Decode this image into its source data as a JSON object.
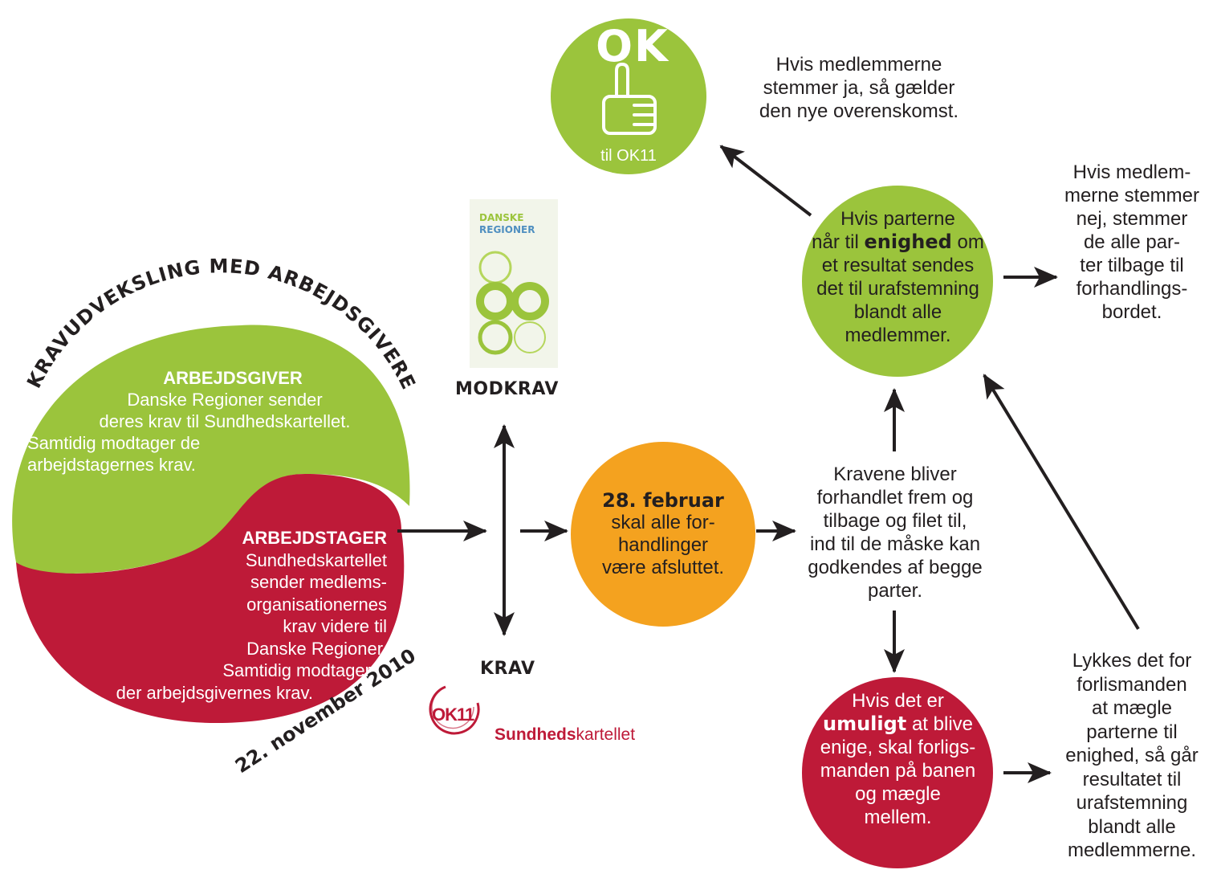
{
  "colors": {
    "green": "#9bc43c",
    "red": "#be1a38",
    "orange": "#f4a21f",
    "dark": "#231f20"
  },
  "arc_title": "KRAVUDVEKSLING MED ARBEJDSGIVERE",
  "date_label": "22. november 2010",
  "employer": {
    "title": "ARBEJDSGIVER",
    "lines": [
      "Danske Regioner sender",
      "deres krav til Sundhedskartellet.",
      "Samtidig modtager de",
      "arbejdstagernes krav."
    ]
  },
  "employee": {
    "title": "ARBEJDSTAGER",
    "lines": [
      "Sundhedskartellet",
      "sender medlems-",
      "organisationernes",
      "krav videre til",
      "Danske Regioner.",
      "Samtidig modtager",
      "der arbejdsgivernes krav."
    ]
  },
  "danske_regioner_logo": {
    "line1": "DANSKE",
    "line2": "REGIONER"
  },
  "modkrav_label": "MODKRAV",
  "krav_label": "KRAV",
  "sundhedskartellet_logo": {
    "badge": "OK11",
    "name_bold": "Sundheds",
    "name_rest": "kartellet"
  },
  "deadline": {
    "title": "28. februar",
    "lines": [
      "skal alle for-",
      "handlinger",
      "være afsluttet."
    ]
  },
  "negotiation": {
    "lines": [
      "Kravene bliver",
      "forhandlet frem og",
      "tilbage og filet til,",
      "ind til de måske kan",
      "godkendes af begge",
      "parter."
    ]
  },
  "agreement": {
    "line1": "Hvis parterne",
    "line2_pre": "når til ",
    "line2_bold": "enighed",
    "line2_post": " om",
    "line3": "et resultat sendes",
    "line4": "det til urafstemning",
    "line5": "blandt alle",
    "line6": "medlemmer."
  },
  "ok_circle": {
    "title": "OK",
    "caption": "til OK11"
  },
  "yes_text": {
    "lines": [
      "Hvis medlemmerne",
      "stemmer ja, så gælder",
      "den nye overenskomst."
    ]
  },
  "no_text": {
    "lines": [
      "Hvis medlem-",
      "merne stemmer",
      "nej, stemmer",
      "de alle par-",
      "ter tilbage til",
      "forhandlings-",
      "bordet."
    ]
  },
  "impossible": {
    "line1": "Hvis det er",
    "line2_bold": "umuligt",
    "line2_post": " at blive",
    "line3": "enige, skal forligs-",
    "line4": "manden på banen",
    "line5": "og mægle",
    "line6": "mellem."
  },
  "mediation_text": {
    "lines": [
      "Lykkes det for",
      "forlismanden",
      "at mægle",
      "parterne til",
      "enighed, så går",
      "resultatet til",
      "urafstemning",
      "blandt alle",
      "medlemmerne."
    ]
  }
}
